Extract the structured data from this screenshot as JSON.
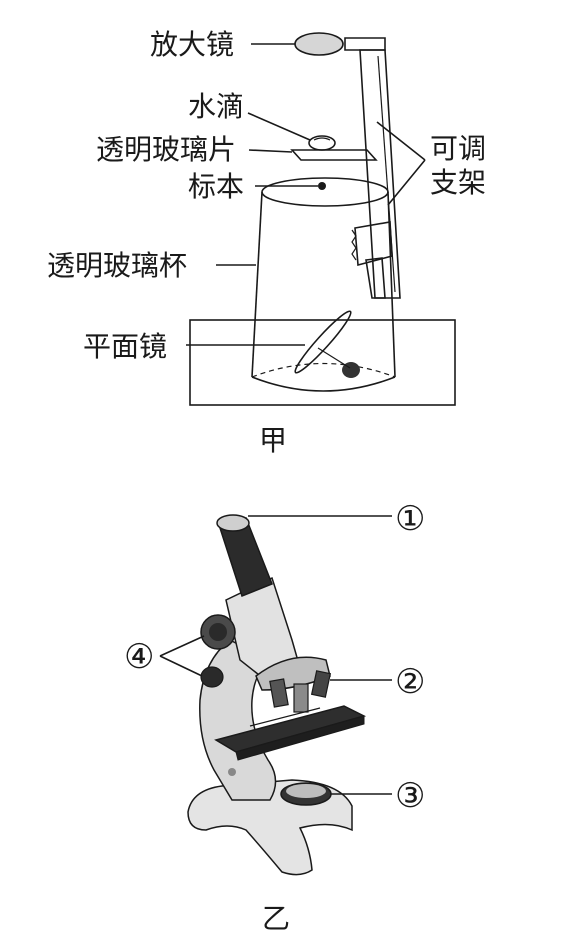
{
  "figure_jia": {
    "caption": "甲",
    "labels": {
      "magnifier": "放大镜",
      "water_drop": "水滴",
      "glass_slide": "透明玻璃片",
      "specimen": "标本",
      "glass_cup": "透明玻璃杯",
      "plane_mirror": "平面镜",
      "stand_line1": "可调",
      "stand_line2": "支架"
    }
  },
  "figure_yi": {
    "caption": "乙",
    "markers": {
      "m1": "①",
      "m2": "②",
      "m3": "③",
      "m4": "④"
    }
  },
  "colors": {
    "ink": "#1a1a1a",
    "microscope_body": "#dcdcdc",
    "microscope_dark": "#2b2b2b"
  }
}
